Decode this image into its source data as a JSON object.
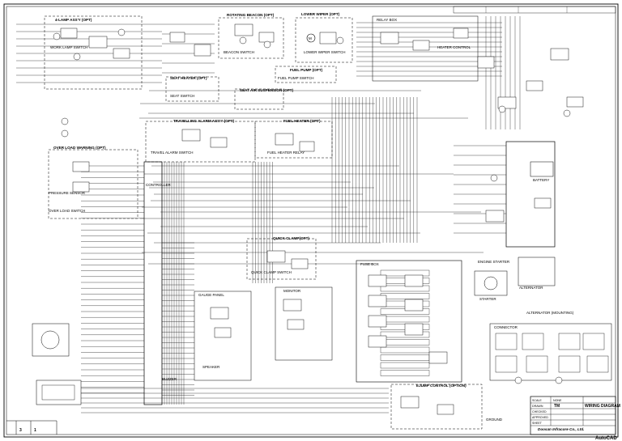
{
  "sections": {
    "work_lamp": "4-LAMP ASS'Y (OPT)",
    "rotating_beacon": "ROTATING BEACON (OPT)",
    "lower_wiper": "LOWER WIPER (OPT)",
    "seat_heater": "SEAT HEATER (OPT)",
    "fuel_pump": "FUEL PUMP (OPT)",
    "seat_air_suspension": "SEAT AIR SUSPENSION (OPT)",
    "travel_alarm": "TRAVELLING ALARM ASS'Y (OPT)",
    "fuel_heater": "FUEL HEATER (OPT)",
    "overload_warning": "OVER LOAD WARNING (OPT)",
    "quick_clamp": "QUICK CLAMP(OPT)",
    "ejump_control": "EJUMP CONTROL (OPTION)",
    "alternator_section": "ALTERNATOR (MOUNTING)",
    "engine_starter": "ENGINE STARTER"
  },
  "labels": {
    "controller": "CONTROLLER",
    "heater_control": "HEATER CONTROL",
    "lower_wiper_switch": "LOWER WIPER SWITCH",
    "alarm_switch": "TRAVEL ALARM SWITCH",
    "fuel_pump_switch": "FUEL PUMP SWITCH",
    "beacon_switch": "BEACON SWITCH",
    "quick_clamp_switch": "QUICK CLAMP SWITCH",
    "starter": "STARTER",
    "alternator": "ALTERNATOR",
    "battery": "BATTERY",
    "fuse_box": "FUSE BOX",
    "relay_box": "RELAY BOX",
    "monitor": "MONITOR",
    "gauge_panel": "GAUGE PANEL",
    "pressure_sensor": "PRESSURE SENSOR",
    "overload_sw": "OVER LOAD SWITCH",
    "buzzer": "BUZZER",
    "speaker": "SPEAKER",
    "work_lamp_switch": "WORK LAMP SWITCH",
    "seat_switch": "SEAT SWITCH",
    "connector": "CONNECTOR",
    "ground": "GROUND",
    "fuel_heater_relay": "FUEL HEATER RELAY"
  },
  "title_block": {
    "company": "Doosan Infracore Co., Ltd.",
    "drawing_title": "WIRING DIAGRAM",
    "model": "TM",
    "software": "AutoCAD",
    "scale_label": "SCALE",
    "scale_value": "NONE",
    "drawn_label": "DRAWN",
    "checked_label": "CHECKED",
    "approved_label": "APPROVED",
    "sheet_label": "SHEET",
    "rev_marks": [
      "3",
      "1"
    ]
  }
}
